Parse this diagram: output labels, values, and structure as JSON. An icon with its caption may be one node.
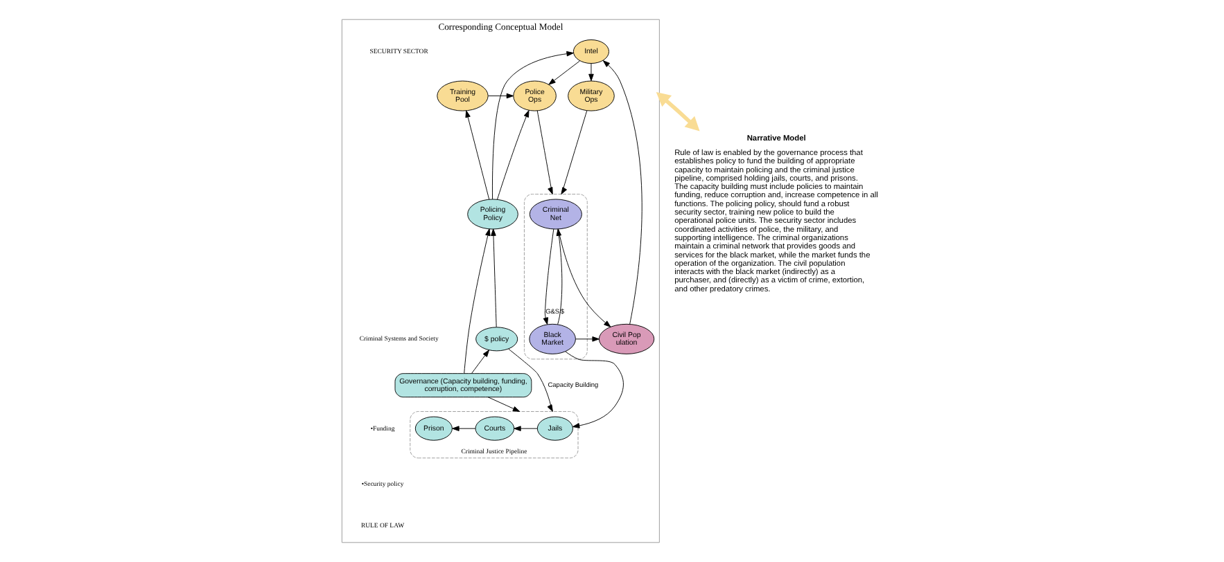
{
  "diagram": {
    "nodes": [
      {
        "text": [
          "Narrative Model",
          "Rule of law is enabled by the governance process that establishes policy to fund the building of appropriate capacity to maintain policing and the criminal justice pipeline, comprised holding jails, courts, and prisons. The capacity building must include policies to maintain funding, reduce corruption and, increase competence in all functions. The policing policy, should fund a robust security sector, training new police to build the operational police units. The security sector includes coordinated activities of police, the military, and supporting intelligence. The criminal organizations maintain a criminal network that provides goods and services for the black market, while the market funds the operation of the organization. The civil population interacts with the black market (indirectly) as a purchaser, and (directly) as a victim of crime, extortion, and other predatory crimes."
        ]
      },
      {
        "text": [
          "Corresponding Conceptual Model"
        ]
      },
      {
        "text": [
          "Intel"
        ],
        "in": 1
      },
      {
        "text": [
          "Training Pool"
        ],
        "in": 1
      },
      {
        "text": [
          "Police Ops"
        ],
        "in": 1
      },
      {
        "text": [
          "Military Ops"
        ],
        "in": 1
      },
      {
        "text": [],
        "shape": "box",
        "in": 1
      },
      {
        "text": [
          "Criminal Net"
        ],
        "in": 6
      },
      {
        "text": [
          "Black Market"
        ],
        "in": 6
      },
      {
        "text": [
          "Civil Population"
        ],
        "in": 1
      },
      {
        "text": [
          "Policing Policy"
        ],
        "in": 1
      },
      {
        "text": [
          "$ policy"
        ],
        "in": 1
      },
      {
        "text": [
          "Criminal Justice Pipeline"
        ],
        "in": 1
      },
      {
        "text": [
          "Jails"
        ],
        "in": 12
      },
      {
        "text": [
          "Courts"
        ],
        "in": 12
      },
      {
        "text": [
          "Prison"
        ],
        "in": 12
      },
      {
        "text": [
          "Governance (Capacity building, funding, corruption, competence)"
        ],
        "in": 1
      }
    ],
    "edges": [
      {
        "from": 0,
        "to": 1,
        "arrow": "both",
        "style": "thick",
        "color": "#f9dc94"
      },
      {
        "from": 2,
        "to": 4,
        "arrow": "to"
      },
      {
        "from": 2,
        "to": 5,
        "arrow": "to"
      },
      {
        "from": 3,
        "to": 4,
        "arrow": "to"
      },
      {
        "from": 4,
        "to": 6,
        "arrow": "to"
      },
      {
        "from": 5,
        "to": 6,
        "arrow": "to"
      },
      {
        "from": 10,
        "to": 3,
        "arrow": "to"
      },
      {
        "from": 10,
        "to": 2,
        "arrow": "to"
      },
      {
        "from": 10,
        "to": 4,
        "arrow": "to"
      },
      {
        "from": 9,
        "to": 2,
        "arrow": "to"
      },
      {
        "from": 7,
        "to": 8,
        "arrow": "to",
        "label": "G&S"
      },
      {
        "from": 8,
        "to": 7,
        "arrow": "to",
        "label": "$"
      },
      {
        "from": 7,
        "to": 9,
        "arrow": "to"
      },
      {
        "from": 8,
        "to": 9,
        "arrow": "to"
      },
      {
        "from": 8,
        "to": 13,
        "arrow": "to"
      },
      {
        "from": 11,
        "to": 10,
        "arrow": "to"
      },
      {
        "from": 11,
        "to": 12,
        "arrow": "to",
        "label": "Capacity Building"
      },
      {
        "from": 13,
        "to": 14,
        "arrow": "to"
      },
      {
        "from": 14,
        "to": 15,
        "arrow": "to"
      },
      {
        "from": 16,
        "to": 10,
        "arrow": "to"
      },
      {
        "from": 16,
        "to": 11,
        "arrow": "to"
      },
      {
        "from": 16,
        "to": 12,
        "arrow": "to"
      }
    ],
    "labels": [
      "SECURITY SECTOR",
      "Criminal Systems and Society",
      "•Funding",
      "•Security policy",
      "RULE OF LAW"
    ]
  }
}
